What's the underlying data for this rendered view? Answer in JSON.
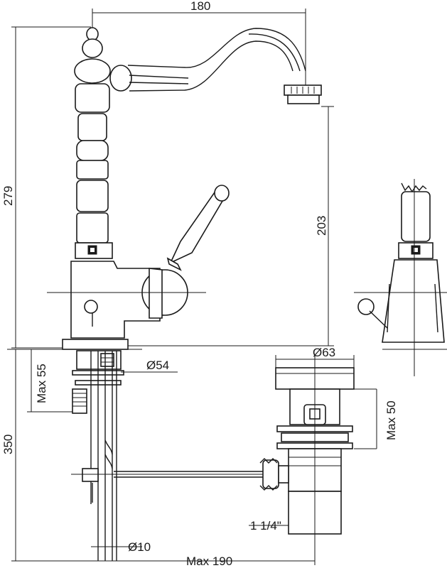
{
  "dimensions": {
    "spout_reach": "180",
    "total_height": "279",
    "spout_height": "203",
    "base_diameter": "Ø54",
    "max_deck_thickness": "Max 55",
    "drain_diameter": "Ø63",
    "drain_max_50": "Max 50",
    "under_length": "350",
    "thread_size": "1 1/4\"",
    "rod_diameter": "Ø10",
    "max_reach_below": "Max 190"
  },
  "colors": {
    "line": "#1a1a1a",
    "background": "#ffffff"
  }
}
